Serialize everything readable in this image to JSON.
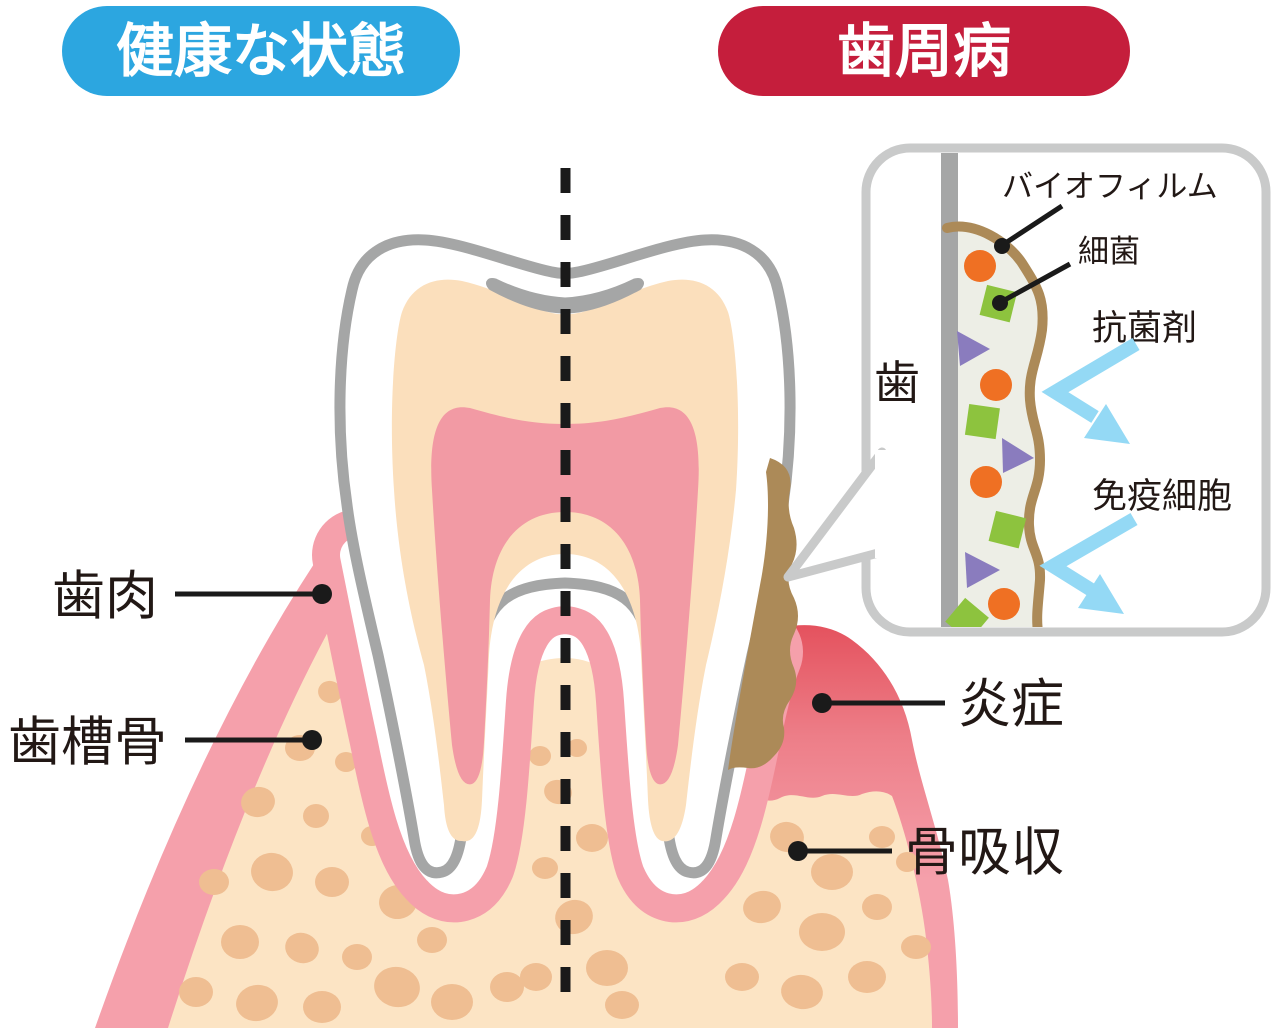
{
  "badges": {
    "healthy": "健康な状態",
    "disease": "歯周病"
  },
  "anatomy_labels": {
    "gingiva": "歯肉",
    "alveolar_bone": "歯槽骨",
    "inflammation": "炎症",
    "bone_resorption": "骨吸収"
  },
  "inset": {
    "tooth": "歯",
    "biofilm": "バイオフィルム",
    "bacteria": "細菌",
    "antibacterial": "抗菌剤",
    "immune_cells": "免疫細胞"
  },
  "colors": {
    "healthy_badge": "#2CA6E0",
    "disease_badge": "#C51E3C",
    "gum_pink": "#F5A0AB",
    "inflamed_red": "#E4505C",
    "bone_peach": "#FCE4C4",
    "trabecula_tan": "#EFBE92",
    "dentin_peach": "#FBDFBC",
    "pulp_pink": "#F29AA4",
    "tooth_outline_gray": "#A5A6A6",
    "tartar_brown": "#AC8A58",
    "biofilm_bg": "#EDEEE6",
    "bacteria_orange": "#EF7023",
    "bacteria_green": "#8DC33E",
    "bacteria_purple": "#8A7CBE",
    "arrow_blue": "#94D9F5",
    "callout_border": "#C9CACA",
    "text_dark": "#221815"
  }
}
